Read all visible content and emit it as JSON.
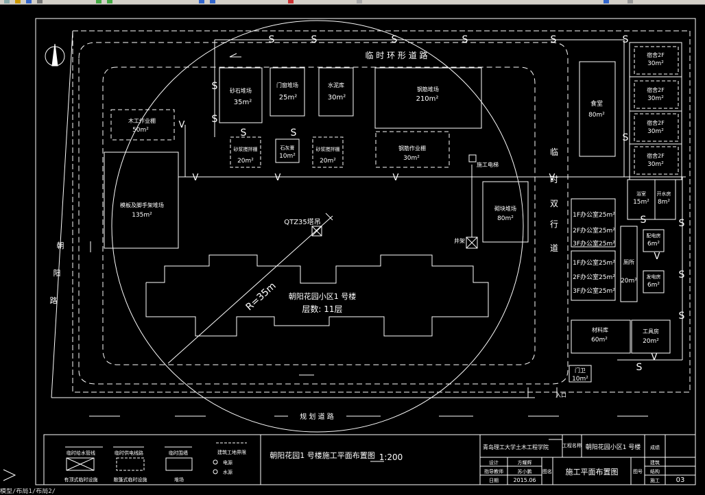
{
  "rooms": {
    "sand_stone": {
      "name": "砂石堆场",
      "area": "35m²"
    },
    "door_window": {
      "name": "门窗堆场",
      "area": "25m²"
    },
    "cement": {
      "name": "水泥库",
      "area": "30m²"
    },
    "steel_yard": {
      "name": "钢筋堆场",
      "area": "210m²"
    },
    "carpentry": {
      "name": "木工作业棚",
      "area": "50m²"
    },
    "mortar1": {
      "name": "砂浆搅拌棚",
      "area": "20m²"
    },
    "lime": {
      "name": "石灰膏",
      "area": "10m²"
    },
    "mortar2": {
      "name": "砂浆搅拌棚",
      "area": "20m²"
    },
    "steel_work": {
      "name": "钢筋作业棚",
      "area": "30m²"
    },
    "scaffold": {
      "name": "模板及脚手架堆场",
      "area": "135m²"
    },
    "brick": {
      "name": "砌块堆场",
      "area": "80m²"
    },
    "canteen": {
      "name": "食堂",
      "area": "80m²"
    },
    "dorm": [
      {
        "name": "宿舍2F",
        "area": "30m²"
      },
      {
        "name": "宿舍2F",
        "area": "30m²"
      },
      {
        "name": "宿舍2F",
        "area": "30m²"
      },
      {
        "name": "宿舍2F",
        "area": "30m²"
      }
    ],
    "bath": {
      "name": "浴室",
      "area": "15m²"
    },
    "boiler": {
      "name": "开水房",
      "area": "8m²"
    },
    "toilet": {
      "name": "厕所",
      "area": "20m²"
    },
    "utility1": {
      "name": "配电房",
      "area": "6m²"
    },
    "utility2": {
      "name": "发电房",
      "area": "6m²"
    },
    "office": [
      "1F办公室25m²",
      "2F办公室25m²",
      "3F办公室25m²",
      "1F办公室25m²",
      "2F办公室25m²",
      "3F办公室25m²"
    ],
    "material": {
      "name": "材料库",
      "area": "60m²"
    },
    "tools": {
      "name": "工具房",
      "area": "20m²"
    },
    "guard": {
      "name": "门卫",
      "area": "10m²"
    }
  },
  "labels": {
    "ring_road": "临 时 环 形 道 路",
    "double_lane": [
      "临",
      "时",
      "双",
      "行",
      "道"
    ],
    "chaoyang_road": [
      "朝",
      "阳",
      "路"
    ],
    "planned_road": "规 划 道 路",
    "crane": "QTZ35塔吊",
    "radius": "R=35m",
    "building_name": "朝阳花园小区1 号楼",
    "floors": "层数: 11层",
    "hoist": "井架",
    "elevator": "施工电梯",
    "entrance": "入口"
  },
  "legend": {
    "items": [
      "临时给水管线",
      "临时供电线路",
      "临时围墙",
      "建筑工地界限",
      "有顶式临时设施",
      "敞篷式临时设施",
      "堆场",
      "电源",
      "水源"
    ]
  },
  "title_block": {
    "drawing_title": "朝阳花园1 号楼施工平面布置图",
    "scale": "1:200",
    "school": "青岛理工大学土木工程学院",
    "project_label": "工程名称",
    "project_name": "朝阳花园小区1 号楼",
    "grade_label": "成绩",
    "design_label": "设计",
    "design_value": "方耀辉",
    "advisor_label": "指导教师",
    "advisor_value": "苏小鹏",
    "date_label": "日期",
    "date_value": "2015.06",
    "drawing_label": "图名",
    "drawing_name": "施工平面布置图",
    "number_label": "图号",
    "type1": "建筑",
    "type2": "结构",
    "type3": "施工",
    "sheet": "03"
  },
  "command_line": "模型/布局1/布局2/"
}
